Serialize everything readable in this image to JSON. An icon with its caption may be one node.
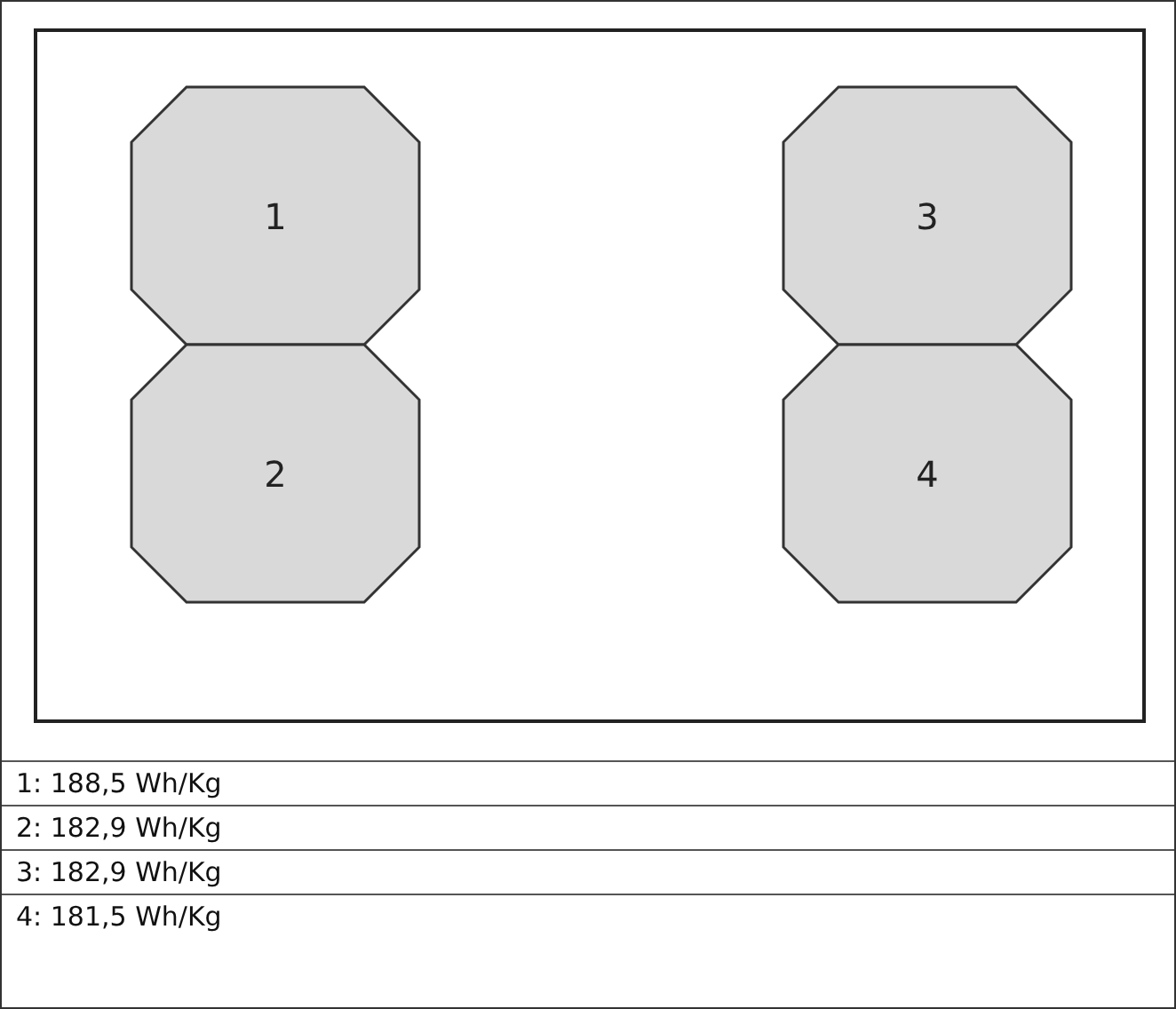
{
  "diagram": {
    "nodes": [
      {
        "text": [],
        "shape": "box"
      },
      {
        "text": [
          "1"
        ],
        "in": 0
      },
      {
        "text": [
          "2"
        ],
        "in": 0
      },
      {
        "text": [
          "3"
        ],
        "in": 0
      },
      {
        "text": [
          "4"
        ],
        "in": 0
      }
    ],
    "edges": [],
    "labels": [
      "1: 188,5 Wh/Kg",
      "2: 182,9 Wh/Kg",
      "3: 182,9 Wh/Kg",
      "4: 181,5 Wh/Kg"
    ]
  }
}
